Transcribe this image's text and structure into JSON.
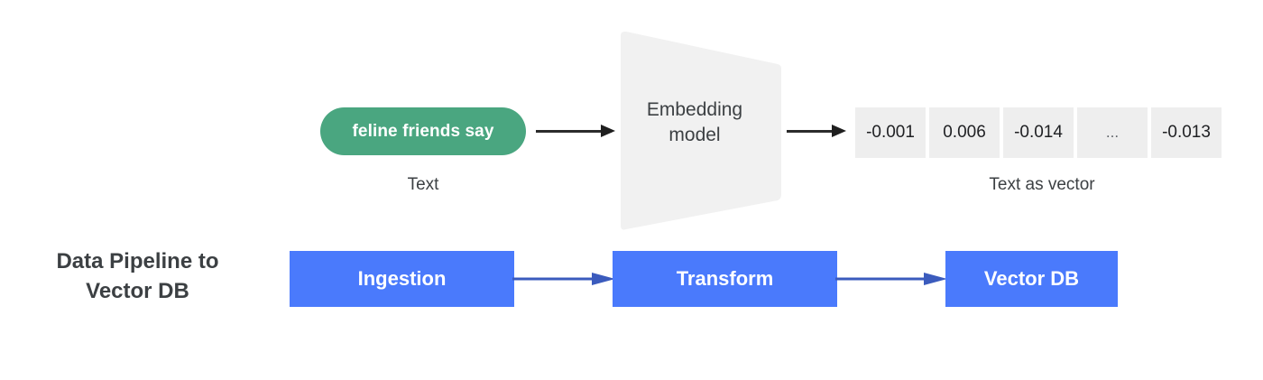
{
  "diagram": {
    "embedding_flow": {
      "input_pill": {
        "text": "feline friends say",
        "color": "#4aa680"
      },
      "input_caption": "Text",
      "model_box": {
        "label": "Embedding\nmodel",
        "color": "#f1f1f1"
      },
      "output_caption": "Text as vector",
      "vector_cells": [
        {
          "value": "-0.001"
        },
        {
          "value": "0.006"
        },
        {
          "value": "-0.014"
        },
        {
          "value": "..."
        },
        {
          "value": "-0.013"
        }
      ],
      "arrow_color": "#1f1f1f"
    },
    "pipeline": {
      "title": "Data Pipeline to\nVector DB",
      "box_color": "#4a7afc",
      "arrow_color": "#3b5bbd",
      "stages": [
        {
          "label": "Ingestion"
        },
        {
          "label": "Transform"
        },
        {
          "label": "Vector DB"
        }
      ]
    }
  }
}
